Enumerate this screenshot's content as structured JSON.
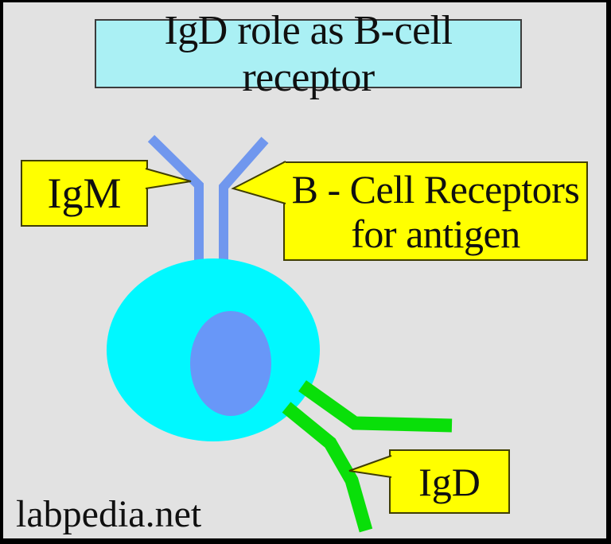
{
  "title": "IgD role as B-cell receptor",
  "watermark": "labpedia.net",
  "callouts": {
    "igm": {
      "label": "IgM"
    },
    "bcr": {
      "line1": "B - Cell Receptors",
      "line2": "for antigen"
    },
    "igd": {
      "label": "IgD"
    }
  },
  "colors": {
    "background": "#e2e2e2",
    "frame_border": "#000000",
    "title_fill": "#aaf0f4",
    "title_border": "#3c3c3c",
    "callout_fill": "#ffff00",
    "callout_border": "#403e00",
    "igm_receptor": "#7097ee",
    "igd_receptor": "#09df09",
    "cell_fill": "#00f8ff",
    "nucleus_fill": "#6897f8",
    "text": "#101010"
  }
}
